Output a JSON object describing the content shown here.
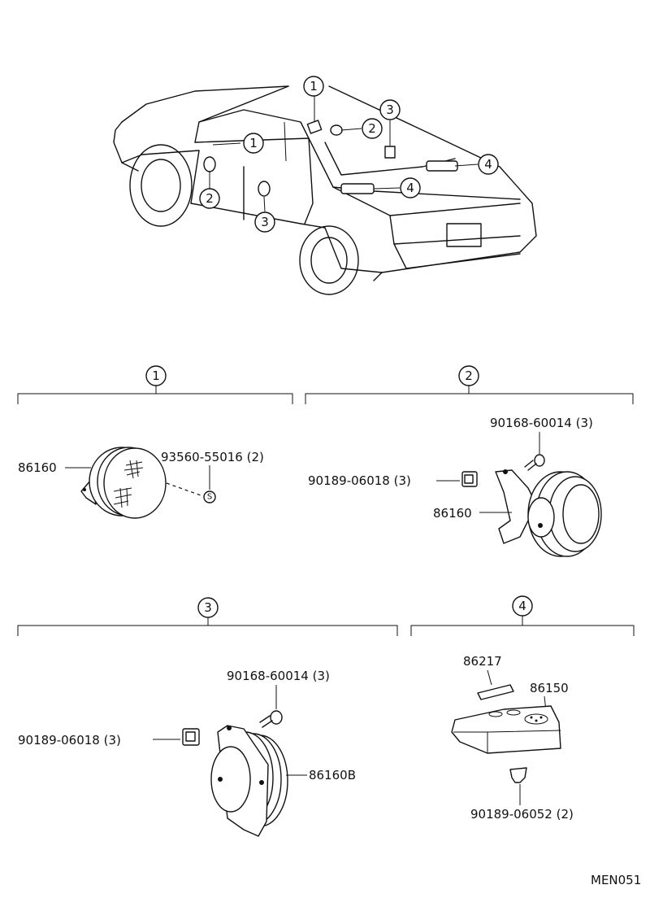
{
  "callouts": {
    "c1": "1",
    "c2": "2",
    "c3": "3",
    "c4": "4"
  },
  "sections": [
    {
      "number": "1"
    },
    {
      "number": "2"
    },
    {
      "number": "3"
    },
    {
      "number": "4"
    }
  ],
  "section1": {
    "speaker_part": "86160",
    "screw_part": "93560-55016 (2)",
    "screw_mark": "S"
  },
  "section2": {
    "bolt_part": "90168-60014 (3)",
    "clip_part": "90189-06018 (3)",
    "speaker_part": "86160"
  },
  "section3": {
    "bolt_part": "90168-60014 (3)",
    "clip_part": "90189-06018 (3)",
    "speaker_part": "86160B"
  },
  "section4": {
    "grille_part": "86217",
    "speaker_part": "86150",
    "clip_part": "90189-06052 (2)"
  },
  "diagram_code": "MEN051"
}
